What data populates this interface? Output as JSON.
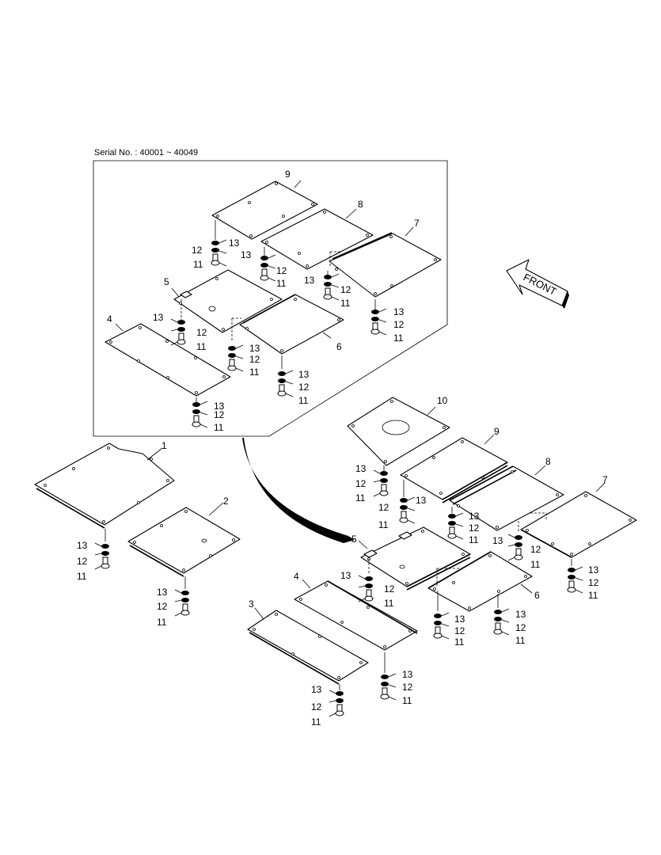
{
  "serial_label": "Serial No. : 40001 ~ 40049",
  "front_label": "FRONT",
  "part_numbers": {
    "p1": "1",
    "p2": "2",
    "p3": "3",
    "p4": "4",
    "p5": "5",
    "p6": "6",
    "p7": "7",
    "p8": "8",
    "p9": "9",
    "p10": "10",
    "bolt": "11",
    "lock_washer": "12",
    "washer": "13"
  }
}
